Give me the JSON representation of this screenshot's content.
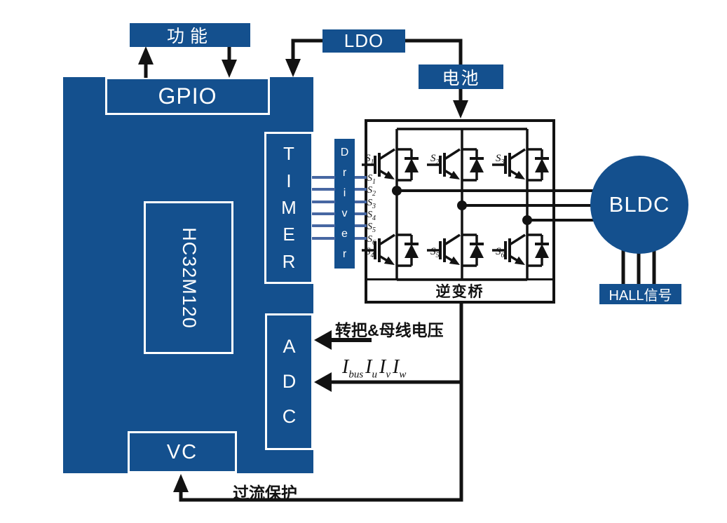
{
  "colors": {
    "primary_blue": "#14508E",
    "driver_line_blue": "#4767A2",
    "line_black": "#121212",
    "text_white": "#ffffff"
  },
  "mcu": {
    "label": "HC32M120"
  },
  "peripherals": {
    "gpio": "GPIO",
    "timer": "TIMER",
    "adc": "ADC",
    "vc": "VC"
  },
  "external": {
    "function": "功能",
    "ldo": "LDO",
    "battery": "电池",
    "driver": "Driver",
    "bridge": "逆变桥",
    "bldc": "BLDC",
    "hall": "HALL信号"
  },
  "bridge": {
    "gate_base": "S",
    "gate_subs": [
      "1",
      "2",
      "3",
      "4",
      "5",
      "6"
    ],
    "pin_base": "S",
    "pin_subs": [
      "1",
      "2",
      "3",
      "4",
      "5",
      "6"
    ]
  },
  "annotations": {
    "throttle": "转把&母线电压",
    "overcurrent": "过流保护",
    "currents": [
      {
        "base": "I",
        "sub": "bus"
      },
      {
        "base": "I",
        "sub": "u"
      },
      {
        "base": "I",
        "sub": "v"
      },
      {
        "base": "I",
        "sub": "w"
      }
    ]
  }
}
